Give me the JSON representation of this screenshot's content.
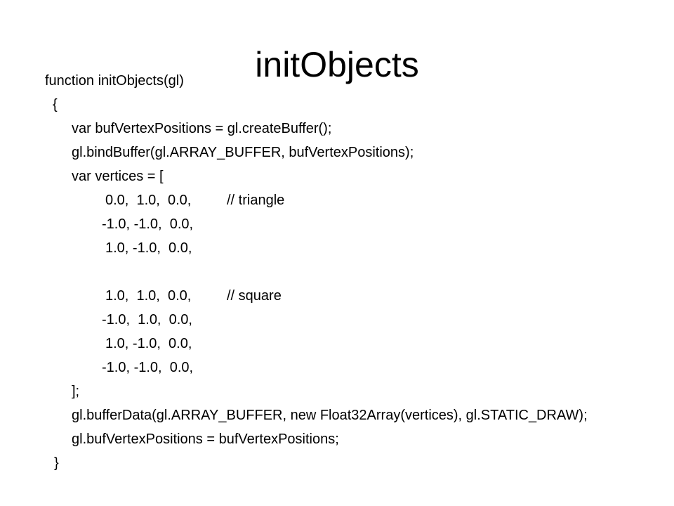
{
  "slide": {
    "title": "initObjects",
    "code": {
      "signature": "function initObjects(gl)",
      "open_brace": "{",
      "stmt_create_buffer": "var bufVertexPositions = gl.createBuffer();",
      "stmt_bind_buffer": "gl.bindBuffer(gl.ARRAY_BUFFER, bufVertexPositions);",
      "stmt_vertices_open": "var vertices = [",
      "triangle_rows": [
        "0.0,  1.0,  0.0,",
        "-1.0, -1.0,  0.0,",
        "1.0, -1.0,  0.0,"
      ],
      "triangle_comment": "// triangle",
      "square_rows": [
        "1.0,  1.0,  0.0,",
        "-1.0,  1.0,  0.0,",
        "1.0, -1.0,  0.0,",
        "-1.0, -1.0,  0.0,"
      ],
      "square_comment": "// square",
      "stmt_vertices_close": "];",
      "stmt_buffer_data": "gl.bufferData(gl.ARRAY_BUFFER, new Float32Array(vertices), gl.STATIC_DRAW);",
      "stmt_assign": "gl.bufVertexPositions = bufVertexPositions;",
      "close_brace": "}"
    }
  }
}
